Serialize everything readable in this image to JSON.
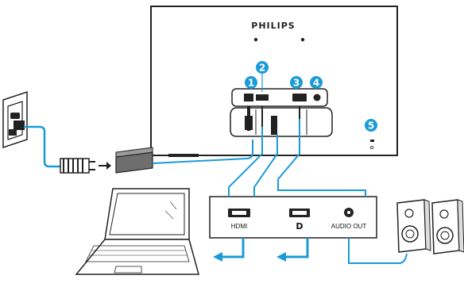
{
  "monitor": {
    "brand": "PHILIPS"
  },
  "callouts": [
    {
      "number": "1"
    },
    {
      "number": "2"
    },
    {
      "number": "3"
    },
    {
      "number": "4"
    },
    {
      "number": "5"
    }
  ],
  "ports": {
    "hdmi_label": "HDMI",
    "dp_label": "D",
    "audio_label": "AUDIO OUT"
  },
  "colors": {
    "accent": "#1a9bd7",
    "outline": "#222222",
    "adapter": "#6e6e6e"
  }
}
